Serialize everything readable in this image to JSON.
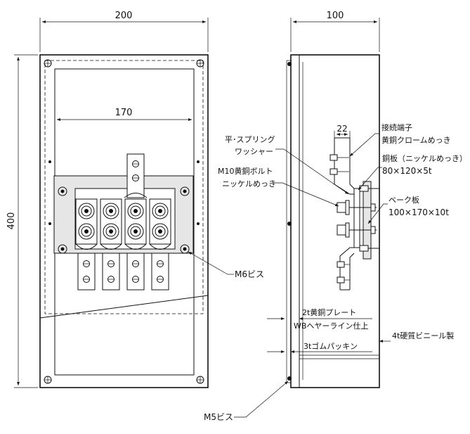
{
  "dimensions": {
    "front_width": "200",
    "side_width": "100",
    "height": "400",
    "inner_width": "170",
    "terminal_pitch": "22"
  },
  "labels": {
    "washer_line1": "平･スプリング",
    "washer_line2": "ワッシャー",
    "bolt_line1": "M10黄銅ボルト",
    "bolt_line2": "ニッケルめっき",
    "m6_screw": "M6ビス",
    "terminal_line1": "接続端子",
    "terminal_line2": "黄銅クロームめっき",
    "copper_line1": "銅板（ニッケルめっき）",
    "copper_line2": "80×120×5t",
    "bake_line1": "ベーク板",
    "bake_line2": "100×170×10t",
    "brass_plate_line1": "2t黄銅プレート",
    "brass_plate_line2": "WBヘヤーライン仕上",
    "vinyl": "4t硬質ビニール製",
    "gasket": "3tゴムパッキン",
    "m5_screw": "M5ビス"
  },
  "colors": {
    "line": "#111111",
    "fill_gray": "#e6e6e6",
    "background": "#ffffff"
  }
}
